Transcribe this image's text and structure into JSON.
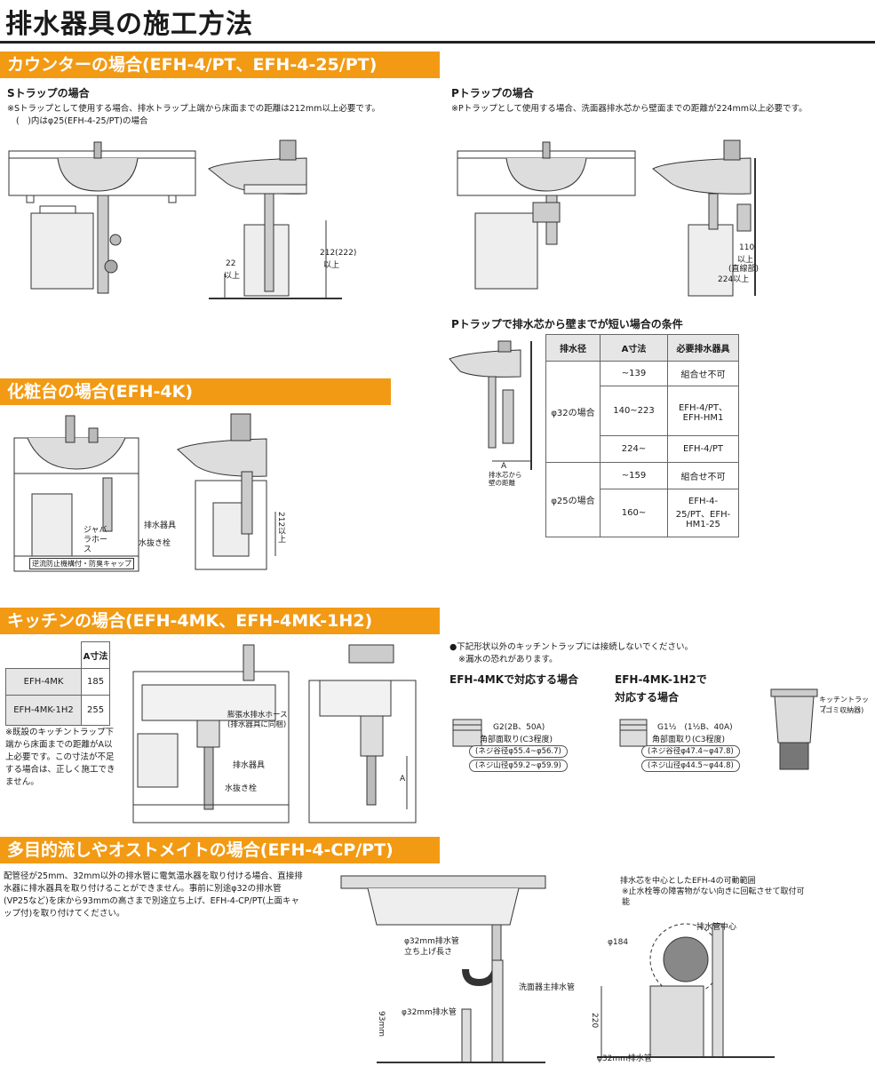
{
  "title": "排水器具の施工方法",
  "sec_counter": {
    "heading": "カウンターの場合(EFH-4/PT、EFH-4-25/PT)",
    "s_trap": {
      "title": "Sトラップの場合",
      "note1": "※Sトラップとして使用する場合、排水トラップ上端から床面までの距離は212mm以上必要です。",
      "note2": "(　)内はφ25(EFH-4-25/PT)の場合",
      "dim_22": "22",
      "dim_22b": "以上",
      "dim_212": "212(222)",
      "dim_212b": "以上"
    },
    "p_trap": {
      "title": "Pトラップの場合",
      "note1": "※Pトラップとして使用する場合、洗面器排水芯から壁面までの距離が224mm以上必要です。",
      "dim_110": "110",
      "dim_110b": "以上",
      "dim_110c": "(直線部)",
      "dim_224": "224以上"
    },
    "short": {
      "title": "Pトラップで排水芯から壁までが短い場合の条件",
      "dim_a": "A",
      "dim_label": "排水芯から壁の距離",
      "headers": [
        "排水径",
        "A寸法",
        "必要排水器具"
      ],
      "group1": "φ32の場合",
      "group2": "φ25の場合",
      "rows1": [
        {
          "a": "~139",
          "req": "組合せ不可"
        },
        {
          "a": "140~223",
          "req": "EFH-4/PT、EFH-HM1"
        },
        {
          "a": "224~",
          "req": "EFH-4/PT"
        }
      ],
      "rows2": [
        {
          "a": "~159",
          "req": "組合せ不可"
        },
        {
          "a": "160~",
          "req": "EFH-4-25/PT、EFH-HM1-25"
        }
      ]
    }
  },
  "sec_vanity": {
    "heading": "化粧台の場合(EFH-4K)",
    "label_drain": "排水器具",
    "label_hose": "ジャバラホース",
    "label_plug": "水抜き栓",
    "label_bottom": "逆流防止機構付・防臭キャップ",
    "dim_212": "212以上"
  },
  "sec_kitchen": {
    "heading": "キッチンの場合(EFH-4MK、EFH-4MK-1H2)",
    "table_header": "A寸法",
    "rows": [
      {
        "model": "EFH-4MK",
        "a": "185"
      },
      {
        "model": "EFH-4MK-1H2",
        "a": "255"
      }
    ],
    "note": "※既設のキッチントラップ下端から床面までの距離がA以上必要です。この寸法が不足する場合は、正しく施工できません。",
    "label_hose": "膨張水排水ホース(排水器具に同梱)",
    "label_drain": "排水器具",
    "label_plug": "水抜き栓",
    "dim_a": "A",
    "warn1": "●下記形状以外のキッチントラップには接続しないでください。",
    "warn2": "※漏水の恐れがあります。",
    "mk_title": "EFH-4MKで対応する場合",
    "mk_labels": [
      "G2(2B、50A)",
      "角部面取り(C3程度)",
      "(ネジ谷径φ55.4~φ56.7)",
      "(ネジ山径φ59.2~φ59.9)"
    ],
    "h2_title1": "EFH-4MK-1H2で",
    "h2_title2": "対応する場合",
    "h2_labels": [
      "G1½　(1½B、40A)",
      "角部面取り(C3程度)",
      "(ネジ谷径φ47.4~φ47.8)",
      "(ネジ山径φ44.5~φ44.8)"
    ],
    "trap_label1": "キッチントラップ",
    "trap_label2": "(ゴミ収納器)"
  },
  "sec_multi": {
    "heading": "多目的流しやオストメイトの場合(EFH-4-CP/PT)",
    "para": "配管径が25mm、32mm以外の排水管に電気温水器を取り付ける場合、直接排水器に排水器具を取り付けることができません。事前に別途φ32の排水管(VP25など)を床から93mmの高さまで別途立ち上げ、EFH-4-CP/PT(上面キャップ付)を取り付けてください。",
    "label_riser1": "φ32mm排水管",
    "label_riser2": "立ち上げ長さ",
    "label_main": "洗面器主排水管",
    "label_pipe": "φ32mm排水管",
    "dim_93": "93mm",
    "range1": "排水芯を中心としたEFH-4の可動範囲",
    "range2": "※止水栓等の障害物がない向きに回転させて取付可能",
    "label_center": "排水管中心",
    "dim_184": "φ184",
    "dim_220": "220",
    "label_pipe2": "φ32mm排水管"
  }
}
